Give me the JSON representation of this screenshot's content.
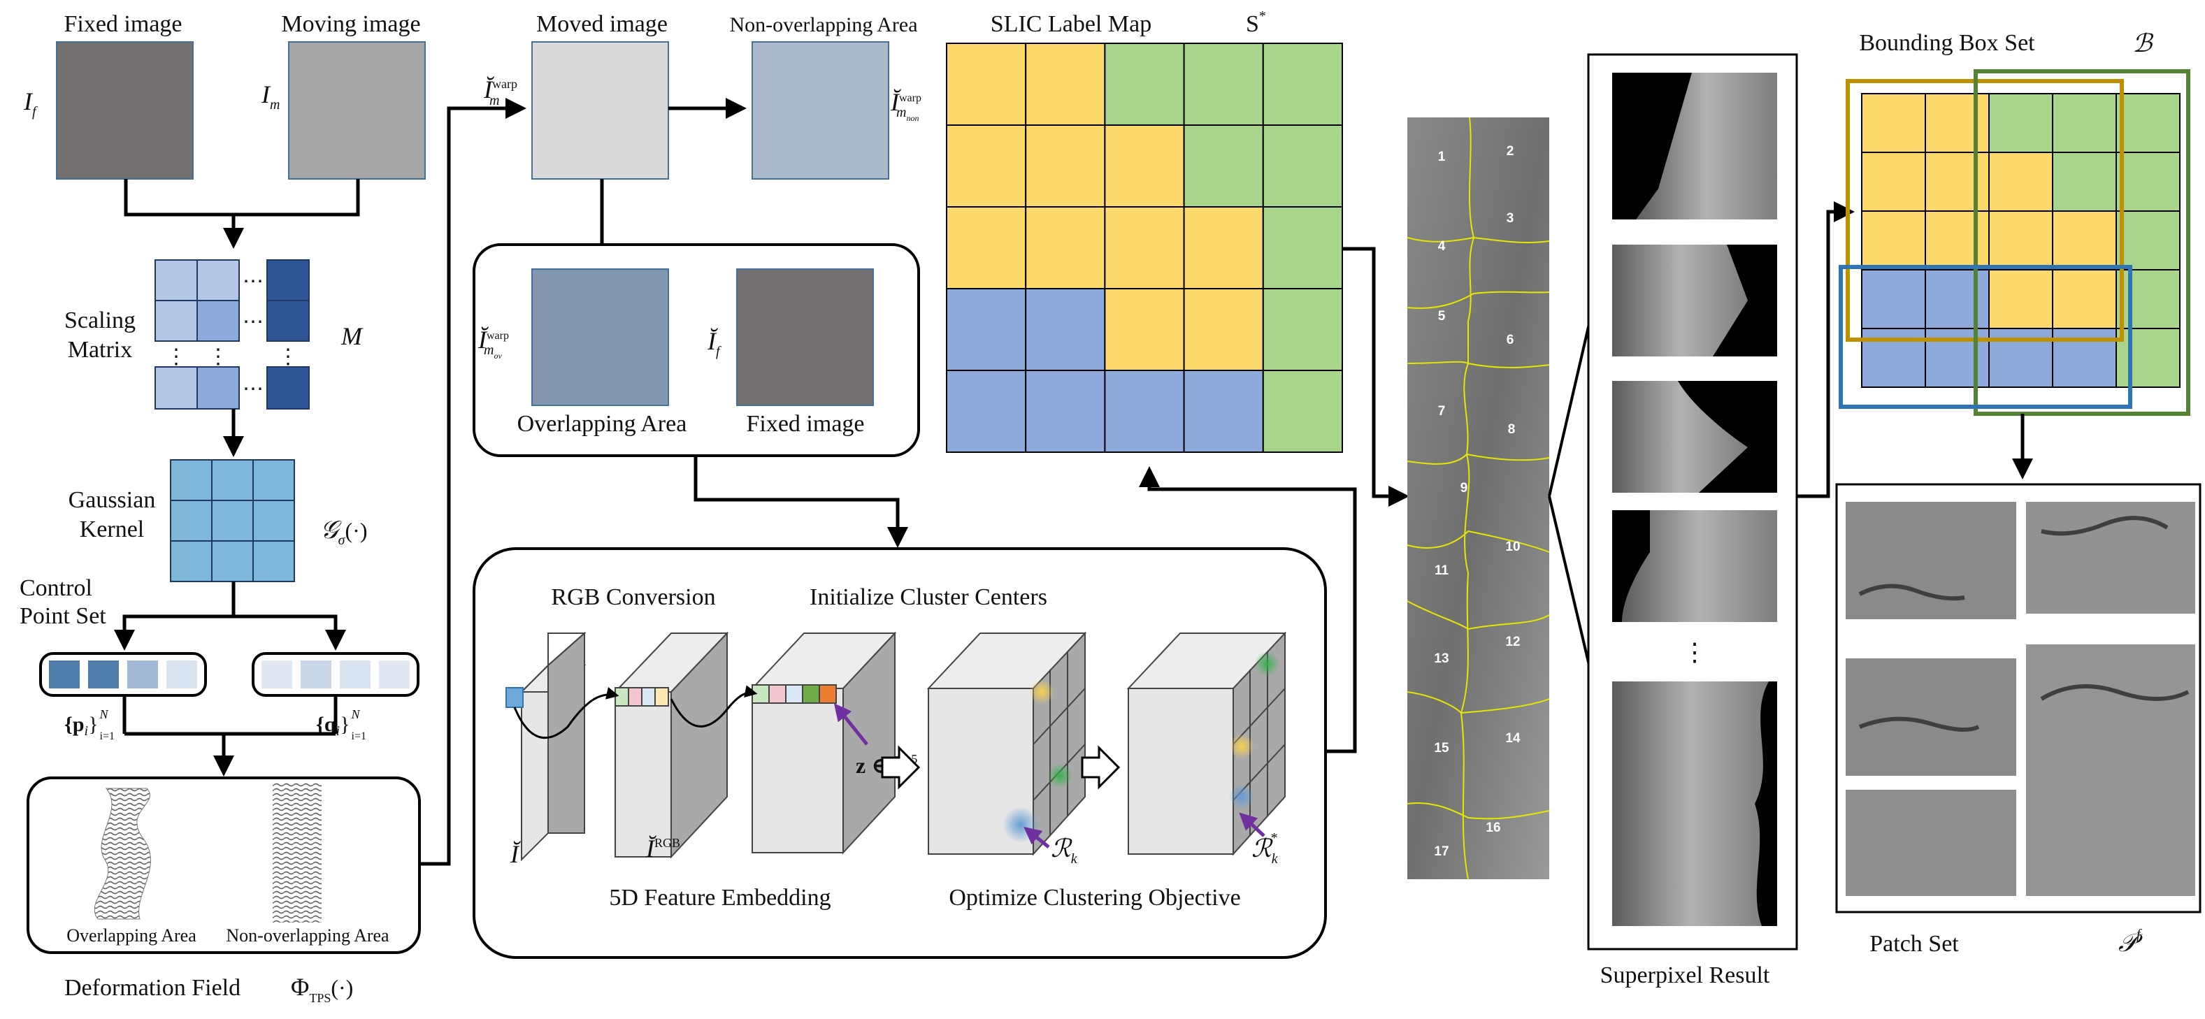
{
  "labels": {
    "fixed_image": "Fixed image",
    "moving_image": "Moving image",
    "moved_image": "Moved image",
    "non_overlapping_area": "Non-overlapping Area",
    "slic_label_map": "SLIC Label Map",
    "s_star": "S",
    "bounding_box_set": "Bounding Box Set",
    "scaling_matrix": "Scaling",
    "scaling_matrix_2": "Matrix",
    "gaussian_kernel": "Gaussian",
    "gaussian_kernel_2": "Kernel",
    "control_point_set": "Control",
    "control_point_set_2": "Point Set",
    "overlapping_area": "Overlapping Area",
    "fixed_image_2": "Fixed image",
    "overlap_small": "Overlapping Area",
    "nonoverlap_small": "Non-overlapping Area",
    "deformation_field": "Deformation Field",
    "rgb_conversion": "RGB Conversion",
    "init_cluster_centers": "Initialize Cluster Centers",
    "feature_embedding": "5D Feature Embedding",
    "optimize_objective": "Optimize Clustering Objective",
    "superpixel_result": "Superpixel Result",
    "patch_set": "Patch Set",
    "vdots": "⋮"
  },
  "math": {
    "I_f": "I",
    "I_f_sub": "f",
    "I_m": "I",
    "I_m_sub": "m",
    "M": "M",
    "gaussian_sym": "𝒢",
    "gaussian_sub": "σ",
    "gaussian_arg": "(·)",
    "p_set": "{p",
    "p_set_sub": "i",
    "p_set_close": "}",
    "p_N": "N",
    "p_i1": "i=1",
    "q_set": "{q",
    "q_set_sub": "i",
    "q_set_close": "}",
    "q_N": "N",
    "q_i1": "i=1",
    "warp_I": "Ĭ",
    "warp_m": "m",
    "warp_sup": "warp",
    "non_sub": "non",
    "ov_sub": "ov",
    "I_tilde": "Ĭ",
    "I_tilde_f": "f",
    "I_cube": "Ĭ",
    "I_rgb": "Ĭ",
    "rgb_sup": "RGB",
    "z_vec": "z ∈ ℝ",
    "z_sup": "5",
    "R_k": "ℛ",
    "R_k_sub": "k",
    "R_star": "*",
    "phi": "Φ",
    "phi_sub": "TPS",
    "phi_arg": "(·)",
    "B": "ℬ",
    "P_f": "𝒫",
    "P_f_sup": "f",
    "s_sup": "*"
  },
  "colors": {
    "yellow": "#FDD86A",
    "green": "#A8D48B",
    "blue": "#8EAADC",
    "fixed_gray": "#757070",
    "moving_gray": "#A6A6A6",
    "moved_gray": "#D9D9D9",
    "non_overlap": "#ACB9CA",
    "overlap": "#8497B0",
    "kernel": "#7FB7DA",
    "box_gold": "#BF9000",
    "box_green": "#548235",
    "box_blue": "#2E75B6",
    "purple": "#7030A0",
    "superpixel_line": "#E6E600"
  },
  "slic_grid": [
    [
      "Y",
      "Y",
      "G",
      "G",
      "G"
    ],
    [
      "Y",
      "Y",
      "Y",
      "G",
      "G"
    ],
    [
      "Y",
      "Y",
      "Y",
      "Y",
      "G"
    ],
    [
      "B",
      "B",
      "Y",
      "Y",
      "G"
    ],
    [
      "B",
      "B",
      "B",
      "B",
      "G"
    ]
  ],
  "superpixel_numbers": [
    "1",
    "2",
    "3",
    "4",
    "5",
    "6",
    "7",
    "8",
    "9",
    "10",
    "11",
    "12",
    "13",
    "14",
    "15",
    "16",
    "17"
  ]
}
